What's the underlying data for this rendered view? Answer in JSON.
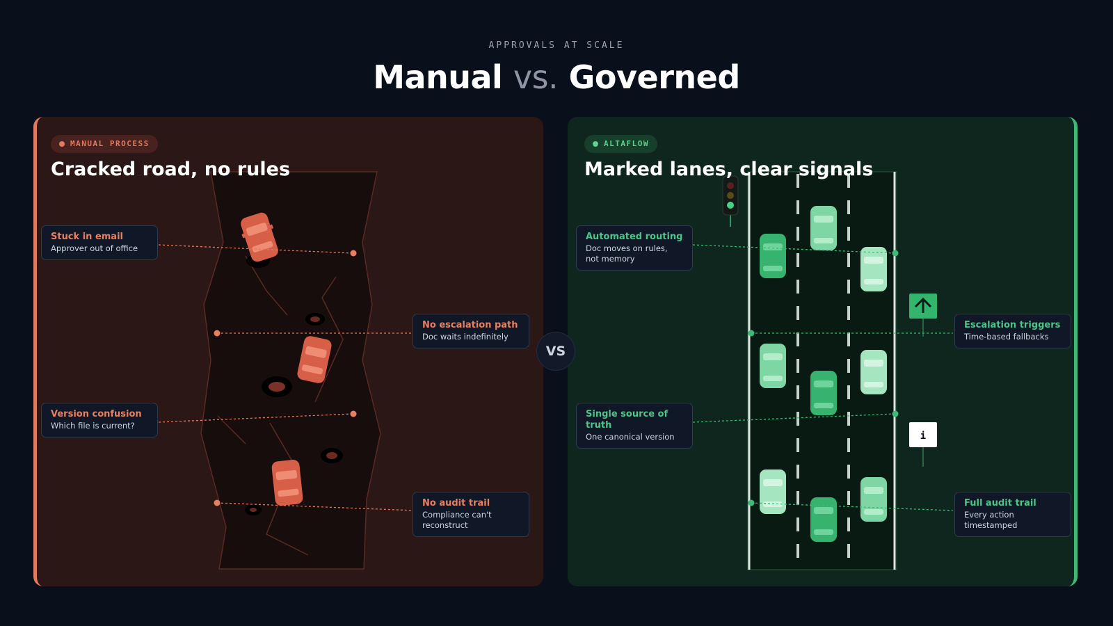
{
  "header": {
    "eyebrow": "APPROVALS AT SCALE",
    "title_left": "Manual",
    "title_vs": "vs.",
    "title_right": "Governed"
  },
  "vs_badge": "VS",
  "left_panel": {
    "tag": "MANUAL PROCESS",
    "title": "Cracked road, no rules",
    "callouts": [
      {
        "title": "Stuck in email",
        "subtitle": "Approver out of office"
      },
      {
        "title": "No escalation path",
        "subtitle": "Doc waits indefinitely"
      },
      {
        "title": "Version confusion",
        "subtitle": "Which file is current?"
      },
      {
        "title": "No audit trail",
        "subtitle": "Compliance can't reconstruct"
      }
    ]
  },
  "right_panel": {
    "tag": "ALTAFLOW",
    "title": "Marked lanes, clear signals",
    "callouts": [
      {
        "title": "Automated routing",
        "subtitle": "Doc moves on rules, not memory"
      },
      {
        "title": "Escalation triggers",
        "subtitle": "Time-based fallbacks"
      },
      {
        "title": "Single source of truth",
        "subtitle": "One canonical version"
      },
      {
        "title": "Full audit trail",
        "subtitle": "Every action timestamped"
      }
    ],
    "info_sign": "i"
  },
  "colors": {
    "background": "#0a0f1c",
    "manual_accent": "#e07a5f",
    "governed_accent": "#3dba78",
    "manual_panel": "#2a1716",
    "governed_panel": "#0e261d"
  }
}
